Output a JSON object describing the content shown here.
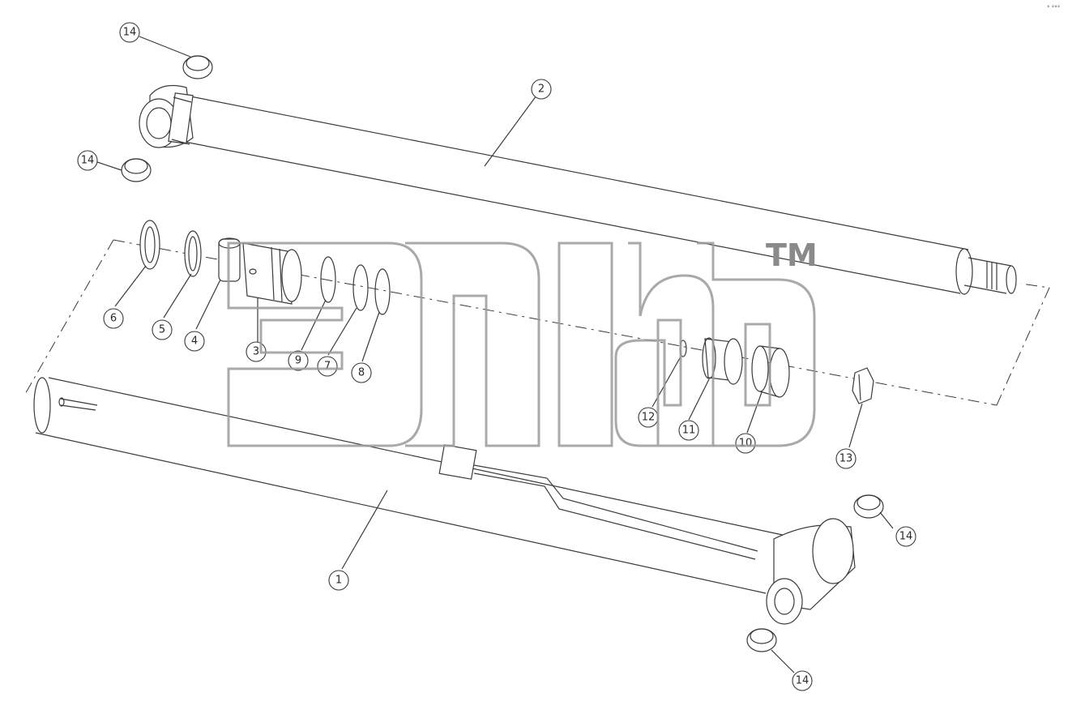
{
  "callouts": [
    {
      "id": "c14a",
      "label": "14"
    },
    {
      "id": "c14b",
      "label": "14"
    },
    {
      "id": "c2",
      "label": "2"
    },
    {
      "id": "c6",
      "label": "6"
    },
    {
      "id": "c5",
      "label": "5"
    },
    {
      "id": "c4",
      "label": "4"
    },
    {
      "id": "c3",
      "label": "3"
    },
    {
      "id": "c9",
      "label": "9"
    },
    {
      "id": "c7",
      "label": "7"
    },
    {
      "id": "c8",
      "label": "8"
    },
    {
      "id": "c12",
      "label": "12"
    },
    {
      "id": "c11",
      "label": "11"
    },
    {
      "id": "c10",
      "label": "10"
    },
    {
      "id": "c13",
      "label": "13"
    },
    {
      "id": "c1",
      "label": "1"
    },
    {
      "id": "c14c",
      "label": "14"
    },
    {
      "id": "c14d",
      "label": "14"
    }
  ],
  "watermark": {
    "trademark": "TM"
  },
  "corner_mark": "° °°°",
  "colors": {
    "line": "#3a3a3a",
    "watermark": "#9a9a9a",
    "background": "#ffffff"
  }
}
